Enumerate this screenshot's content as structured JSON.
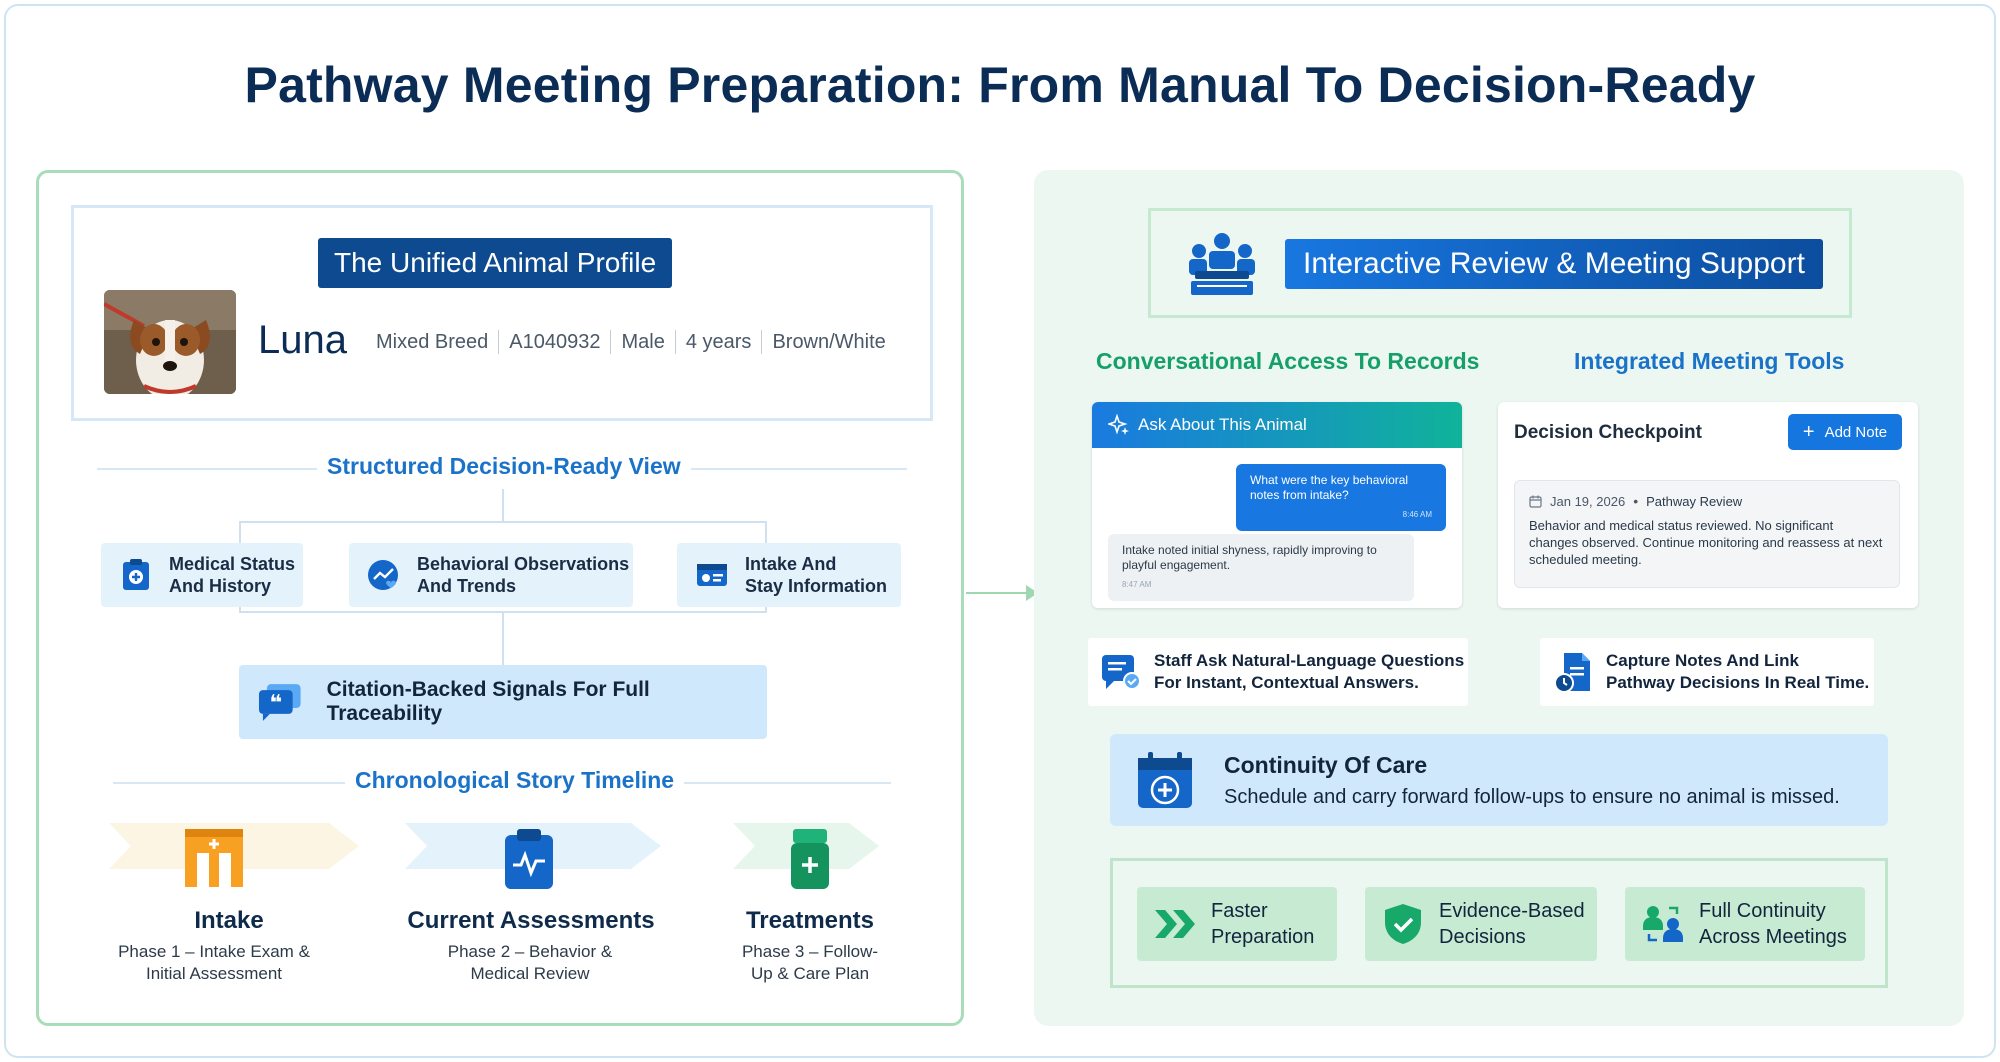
{
  "title": "Pathway Meeting Preparation: From Manual To Decision-Ready",
  "profile": {
    "heading": "The Unified Animal Profile",
    "name": "Luna",
    "meta": [
      "Mixed Breed",
      "A1040932",
      "Male",
      "4 years",
      "Brown/White"
    ]
  },
  "structured": {
    "heading": "Structured Decision-Ready View",
    "categories": [
      {
        "label1": "Medical Status",
        "label2": "And History"
      },
      {
        "label1": "Behavioral Observations",
        "label2": "And Trends"
      },
      {
        "label1": "Intake And",
        "label2": "Stay Information"
      }
    ],
    "citation": "Citation-Backed Signals For Full Traceability"
  },
  "timeline": {
    "heading": "Chronological Story Timeline",
    "phases": [
      {
        "title": "Intake",
        "sub1": "Phase 1 – Intake Exam &",
        "sub2": "Initial Assessment"
      },
      {
        "title": "Current Assessments",
        "sub1": "Phase 2 – Behavior &",
        "sub2": "Medical Review"
      },
      {
        "title": "Treatments",
        "sub1": "Phase 3 – Follow-",
        "sub2": "Up & Care Plan"
      }
    ]
  },
  "review": {
    "heading": "Interactive Review & Meeting Support",
    "conversational_head": "Conversational Access To Records",
    "tools_head": "Integrated Meeting Tools",
    "chat": {
      "header": "Ask About This Animal",
      "user_msg": "What were the key behavioral notes from intake?",
      "user_time": "8:46 AM",
      "bot_msg": "Intake noted initial shyness, rapidly improving to playful engagement.",
      "bot_time": "8:47 AM"
    },
    "checkpoint": {
      "title": "Decision Checkpoint",
      "add_label": "Add Note",
      "date": "Jan 19, 2026",
      "type": "Pathway Review",
      "body": "Behavior and medical status reviewed. No significant changes observed. Continue monitoring and reassess at next scheduled meeting."
    },
    "features": [
      {
        "label1": "Staff Ask Natural-Language Questions",
        "label2": "For Instant, Contextual Answers."
      },
      {
        "label1": "Capture Notes And Link",
        "label2": "Pathway Decisions In Real Time."
      }
    ],
    "continuity": {
      "title": "Continuity Of Care",
      "sub": "Schedule and carry forward follow-ups to ensure no animal is missed."
    },
    "outcomes": [
      {
        "label1": "Faster",
        "label2": "Preparation"
      },
      {
        "label1": "Evidence-Based",
        "label2": "Decisions"
      },
      {
        "label1": "Full Continuity",
        "label2": "Across Meetings"
      }
    ]
  },
  "colors": {
    "navy": "#0b2d55",
    "primary_blue": "#1877e0",
    "accent_green": "#1aa56a",
    "panel_green": "#edf7f1",
    "light_blue": "#cfe8fb"
  }
}
